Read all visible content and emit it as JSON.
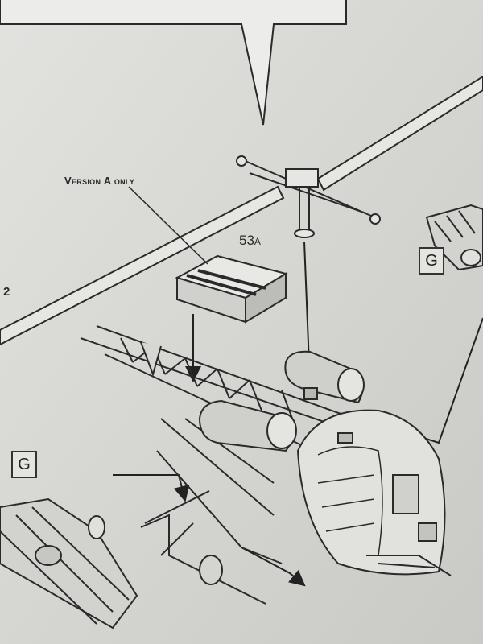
{
  "callouts": {
    "version_a_only": "Version A only",
    "part_number_main": "53",
    "part_number_suffix": "A",
    "step_number": "2",
    "subassembly_ref_top": "G",
    "subassembly_ref_bottom": "G"
  },
  "colors": {
    "paper": "#d9d9d6",
    "ink": "#2a2a2a"
  }
}
